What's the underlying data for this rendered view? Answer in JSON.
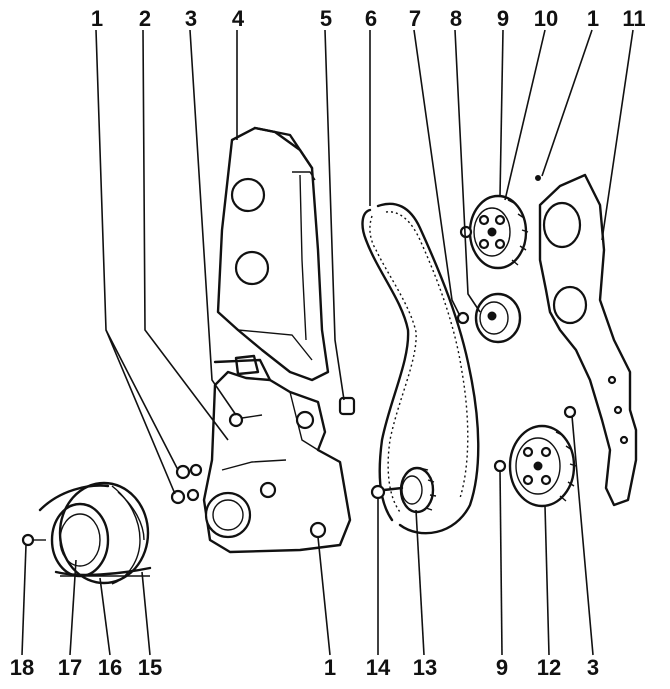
{
  "diagram": {
    "callouts_top": [
      "1",
      "2",
      "3",
      "4",
      "5",
      "6",
      "7",
      "8",
      "9",
      "10",
      "1",
      "11"
    ],
    "callouts_bottom": [
      "18",
      "17",
      "16",
      "15",
      "1",
      "14",
      "13",
      "9",
      "12",
      "3"
    ]
  }
}
